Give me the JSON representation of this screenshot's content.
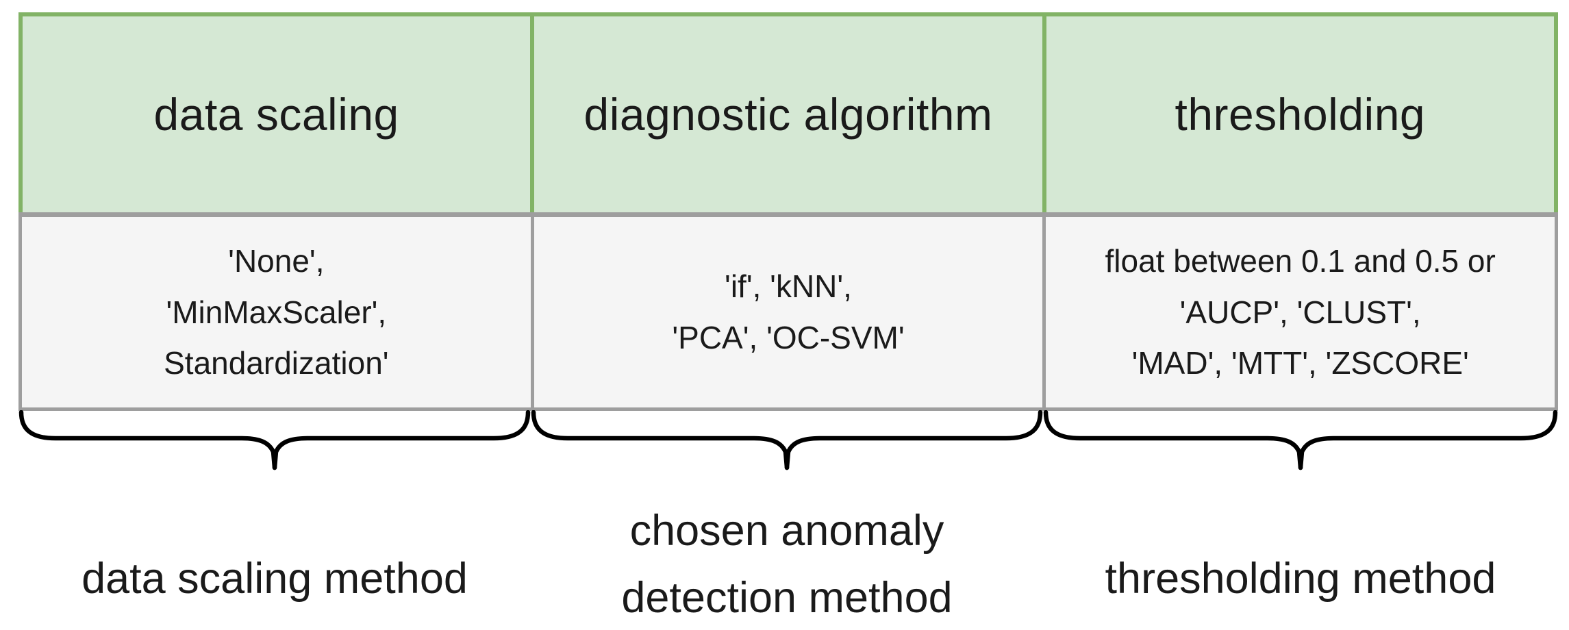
{
  "table": {
    "columns": [
      {
        "header": "data scaling",
        "body_lines": [
          "'None',",
          "'MinMaxScaler',",
          "Standardization'"
        ],
        "label_lines": [
          "data scaling method"
        ]
      },
      {
        "header": "diagnostic algorithm",
        "body_lines": [
          "'if', 'kNN',",
          "'PCA', 'OC-SVM'"
        ],
        "label_lines": [
          "chosen anomaly",
          "detection method"
        ]
      },
      {
        "header": "thresholding",
        "body_lines": [
          "float between 0.1 and 0.5 or",
          "'AUCP', 'CLUST',",
          "'MAD', 'MTT', 'ZSCORE'"
        ],
        "label_lines": [
          "thresholding method"
        ]
      }
    ]
  },
  "colors": {
    "header_fill": "#d5e8d4",
    "header_border": "#82b366",
    "body_fill": "#f5f5f5",
    "body_border": "#9e9e9e",
    "text": "#1a1a1a",
    "brace": "#000000"
  }
}
